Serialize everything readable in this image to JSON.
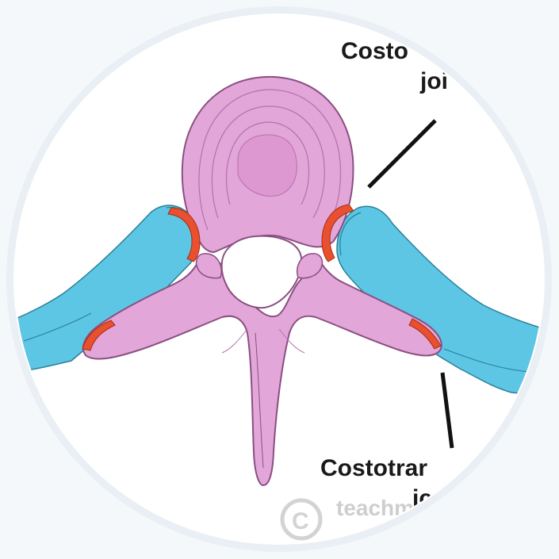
{
  "labels": {
    "costovertebral_line1": "Costo",
    "costovertebral_line2": "joi",
    "costotransverse_line1": "Costotrar",
    "costotransverse_line2": "jc"
  },
  "watermark": {
    "symbol": "©",
    "text": "teachm"
  },
  "colors": {
    "vertebra": "#e3a6d9",
    "rib": "#5cc6e4",
    "joint": "#e8502f",
    "background": "#ffffff",
    "frame": "#dde6ee"
  }
}
